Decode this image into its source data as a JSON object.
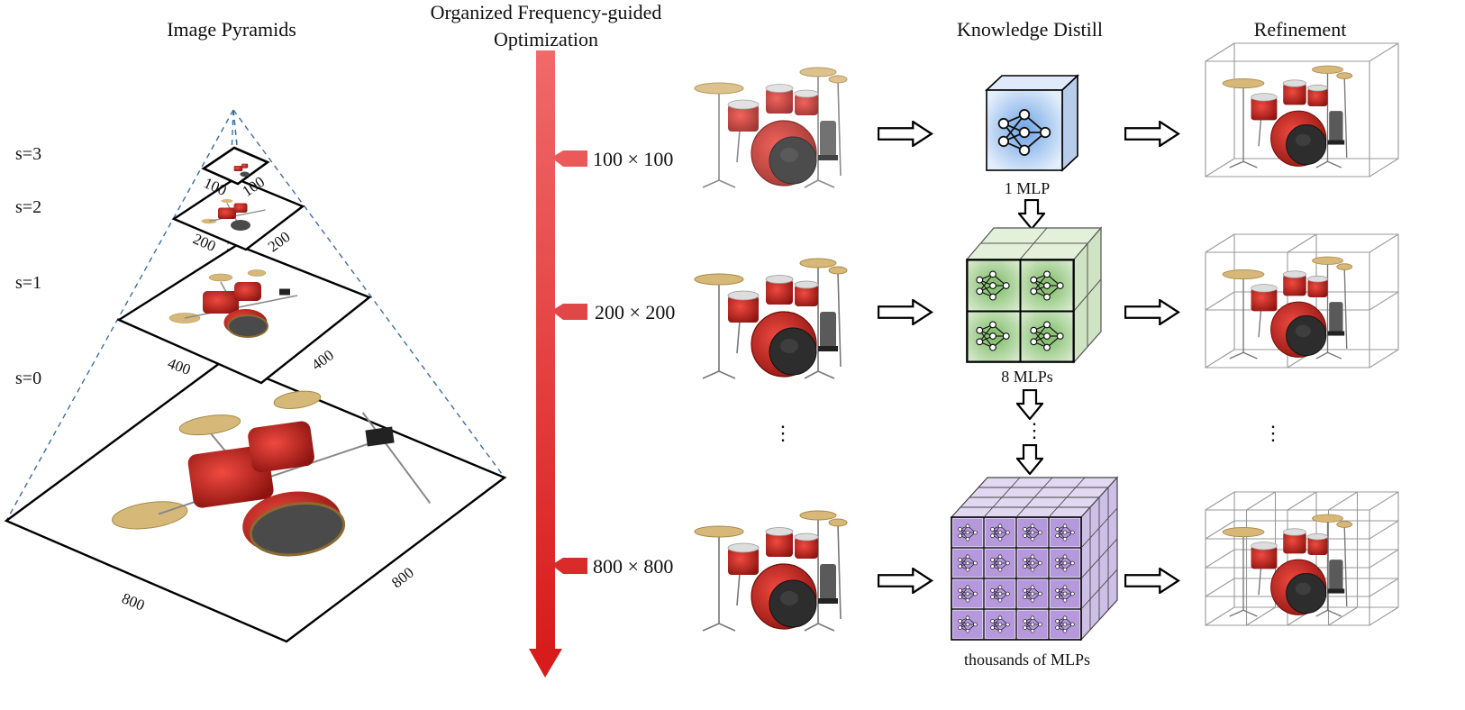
{
  "headings": {
    "pyramid": "Image Pyramids",
    "optimization_line1": "Organized Frequency-guided",
    "optimization_line2": "Optimization",
    "distill": "Knowledge Distill",
    "refinement": "Refinement"
  },
  "scales": [
    "s=3",
    "s=2",
    "s=1",
    "s=0"
  ],
  "pyramid_dims": {
    "s3": [
      "100",
      "100"
    ],
    "s2": [
      "200",
      "200"
    ],
    "s1": [
      "400",
      "400"
    ],
    "s0": [
      "800",
      "800"
    ]
  },
  "resolutions": [
    "100 × 100",
    "200 × 200",
    "800 × 800"
  ],
  "mlp_labels": [
    "1 MLP",
    "8 MLPs",
    "thousands of  MLPs"
  ],
  "ellipsis": "⋮",
  "colors": {
    "arrow_top": "#ef5f5f",
    "arrow_bottom": "#d81f1f",
    "cube_blue": "#bcd4f2",
    "cube_green": "#cde5c0",
    "cube_purple": "#c9b7e4",
    "drum_red": "#c8211d",
    "cymbal": "#d6b878",
    "dashed": "#3b6ea5"
  },
  "icons": [
    "drum-kit-icon",
    "neural-network-icon",
    "hollow-right-arrow-icon",
    "hollow-down-arrow-icon"
  ]
}
